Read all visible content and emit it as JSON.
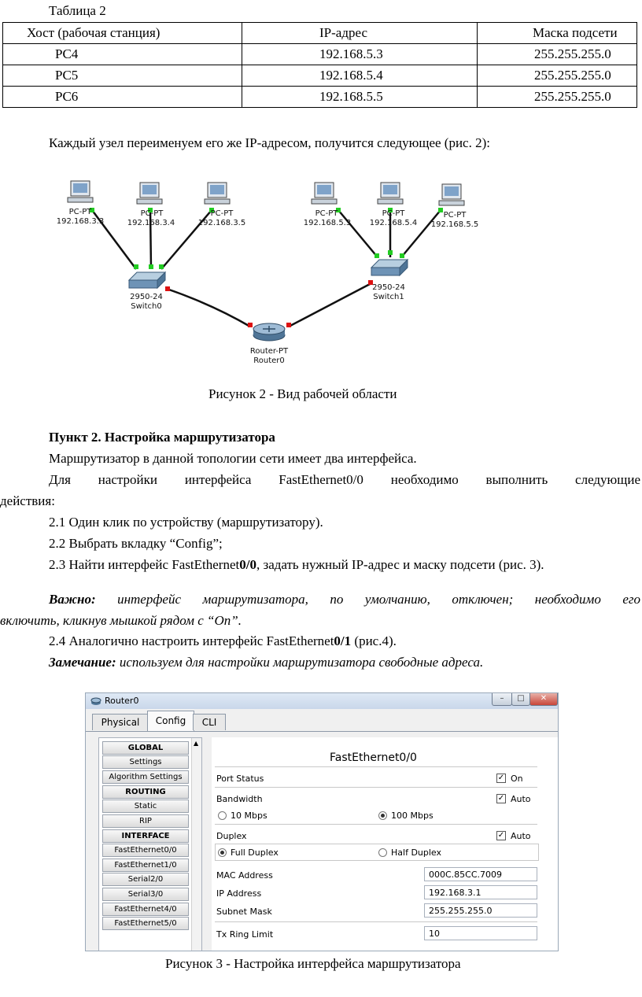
{
  "table": {
    "caption": "Таблица 2",
    "headers": [
      "Хост (рабочая станция)",
      "IP-адрес",
      "Маска подсети"
    ],
    "rows": [
      [
        "PC4",
        "192.168.5.3",
        "255.255.255.0"
      ],
      [
        "PC5",
        "192.168.5.4",
        "255.255.255.0"
      ],
      [
        "PC6",
        "192.168.5.5",
        "255.255.255.0"
      ]
    ]
  },
  "para1": "Каждый узел переименуем его же IP-адресом, получится следующее (рис. 2):",
  "topology": {
    "pc_label": "PC-PT",
    "pcs": [
      "192.168.3.3",
      "192.168.3.4",
      "192.168.3.5",
      "192.168.5.3",
      "192.168.5.4",
      "192.168.5.5"
    ],
    "switch_model": "2950-24",
    "switch0": "Switch0",
    "switch1": "Switch1",
    "router_model": "Router-PT",
    "router": "Router0"
  },
  "fig2_caption": "Рисунок 2 - Вид рабочей области",
  "section_title": "Пункт 2. Настройка маршрутизатора",
  "p_intro": "Маршрутизатор в данной топологии сети имеет два интерфейса.",
  "p_setup_line1": "Для настройки интерфейса FastEthernet0/0 необходимо выполнить следующие",
  "p_setup_line2": "действия:",
  "step1": "2.1 Один клик по устройству (маршрутизатору).",
  "step2": "2.2 Выбрать вкладку “Config”;",
  "step3_a": "2.3 Найти интерфейс FastEthernet",
  "step3_b": "0/0",
  "step3_c": ", задать нужный IP-адрес и маску подсети (рис. 3).",
  "important_label": "Важно:",
  "important_line1": "интерфейс маршрутизатора, по умолчанию, отключен; необходимо его",
  "important_line2": "включить, кликнув мышкой рядом с “On”.",
  "step4_a": "2.4 Аналогично  настроить интерфейс FastEthernet",
  "step4_b": "0/1",
  "step4_c": " (рис.4).",
  "note_label": "Замечание:",
  "note_text": " используем для настройки маршрутизатора свободные адреса.",
  "window": {
    "title": "Router0",
    "tabs": [
      "Physical",
      "Config",
      "CLI"
    ],
    "nav": [
      "GLOBAL",
      "Settings",
      "Algorithm Settings",
      "ROUTING",
      "Static",
      "RIP",
      "INTERFACE",
      "FastEthernet0/0",
      "FastEthernet1/0",
      "Serial2/0",
      "Serial3/0",
      "FastEthernet4/0",
      "FastEthernet5/0"
    ],
    "heading": "FastEthernet0/0",
    "port_status": "Port Status",
    "on": "On",
    "bandwidth": "Bandwidth",
    "auto": "Auto",
    "mbps10": "10 Mbps",
    "mbps100": "100 Mbps",
    "duplex": "Duplex",
    "full_duplex": "Full Duplex",
    "half_duplex": "Half Duplex",
    "mac_label": "MAC Address",
    "mac_value": "000C.85CC.7009",
    "ip_label": "IP Address",
    "ip_value": "192.168.3.1",
    "mask_label": "Subnet Mask",
    "mask_value": "255.255.255.0",
    "tx_label": "Tx Ring Limit",
    "tx_value": "10"
  },
  "fig3_caption": "Рисунок 3 -  Настройка интерфейса маршрутизатора",
  "colors": {
    "link_ok": "#22cc22",
    "link_down": "#dd1111"
  }
}
